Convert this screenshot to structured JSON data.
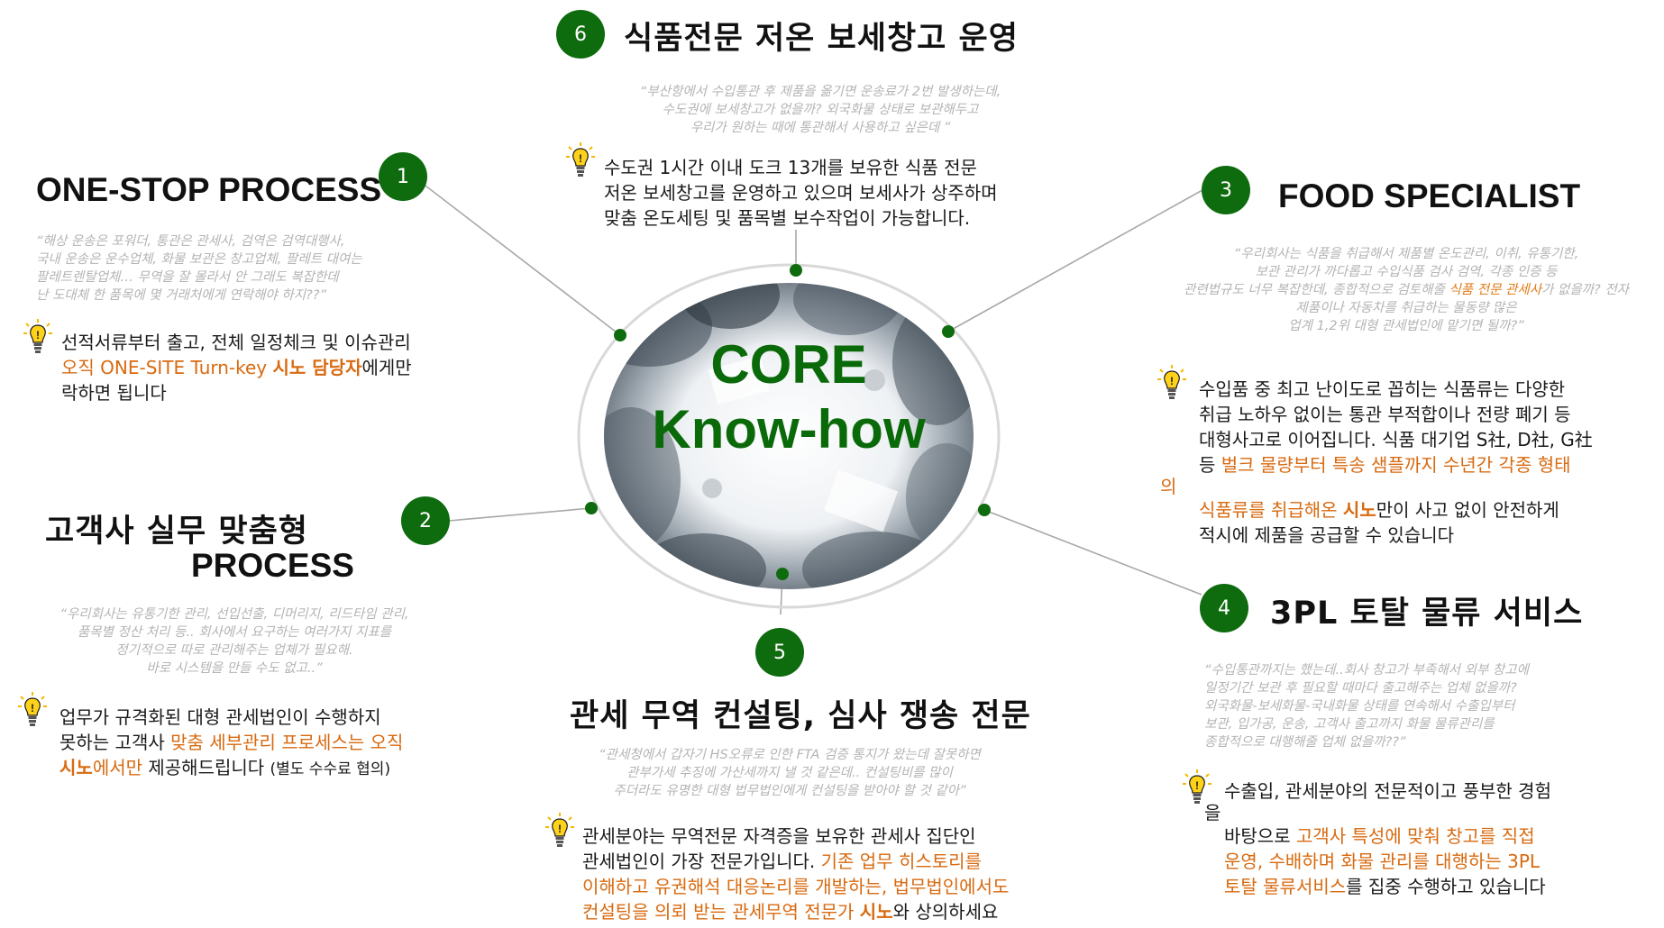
{
  "center": {
    "line1": "CORE",
    "line2": "Know-how"
  },
  "colors": {
    "accent_green": "#0e6b0e",
    "highlight_orange": "#d86a10",
    "quote_gray": "#b4b4b4"
  },
  "sections": {
    "s1": {
      "num": "1",
      "title": "ONE-STOP PROCESS",
      "quote": [
        "“해상 운송은 포워더, 통관은 관세사, 검역은 검역대행사,",
        "국내 운송은 운수업체, 화물 보관은 창고업체, 팔레트 대여는",
        "팔레트렌탈업체…  무역을 잘 몰라서 안 그래도 복잡한데",
        "난 도대체 한 품목에 몇 거래처에게 연락해야 하지??”"
      ],
      "body": {
        "l1": "선적서류부터 출고, 전체 일정체크 및 이슈관리",
        "l2a": "오직 ONE-SITE Turn-key ",
        "l2b": "시노 담당자",
        "l2c": "에게만",
        "l3": "락하면 됩니다"
      }
    },
    "s2": {
      "num": "2",
      "title_l1": "고객사 실무 맞춤형",
      "title_l2": "PROCESS",
      "quote": [
        "“우리회사는 유통기한 관리, 선입선출, 디머리지, 리드타임 관리,",
        "품목별 정산 처리 등.. 회사에서 요구하는 여러가지 지표를",
        "정기적으로  따로 관리해주는 업체가 필요해.",
        "바로 시스템을 만들 수도 없고..”"
      ],
      "body": {
        "l1": "업무가 규격화된 대형 관세법인이 수행하지",
        "l2a": "못하는 고객사 ",
        "l2b": "맞춤 세부관리 프로세스는 오직",
        "l3a": "시노",
        "l3b": "에서만",
        "l3c": " 제공해드립니다 ",
        "l3d": "(별도 수수료 협의)"
      }
    },
    "s3": {
      "num": "3",
      "title": "FOOD SPECIALIST",
      "quote": {
        "l1": "“우리회사는 식품을 취급해서 제품별 온도관리, 이취, 유통기한,",
        "l2": "보관 관리가 까다롭고 수입식품 검사 검역, 각종 인증 등",
        "l3a": "관련법규도 너무 복잡한데, 종합적으로 검토해줄 ",
        "l3b": "식품 전문 관세사",
        "l3c": "가 없을까? 전자",
        "l4": "제품이나 자동차를 취급하는 물동량 많은",
        "l5": "업계 1,2위 대형 관세법인에 맡기면 될까?”"
      },
      "body": {
        "l1": "수입품 중 최고 난이도로 꼽히는 식품류는 다양한",
        "l2": "취급 노하우 없이는 통관 부적합이나 전량 폐기 등",
        "l3": "대형사고로 이어집니다. 식품 대기업 S社, D社, G社",
        "l4a": "등 ",
        "l4b": "벌크 물량부터 특송 샘플까지 수년간 각종 형태",
        "l5": "의",
        "l6a": "식품류를 취급해온 ",
        "l6b": "시노",
        "l6c": "만이 사고 없이  안전하게",
        "l7": "적시에 제품을 공급할 수 있습니다"
      }
    },
    "s4": {
      "num": "4",
      "title": "3PL 토탈 물류 서비스",
      "quote": [
        "“수입통관까지는 했는데..회사 창고가 부족해서 외부 창고에",
        "일정기간 보관 후 필요할 때마다 출고해주는 업체 없을까?",
        "외국화물-보세화물-국내화물 상태를 연속해서 수출입부터",
        "보관, 입가공, 운송, 고객사 출고까지 화물 물류관리를",
        "종합적으로 대행해줄 업체 없을까??”"
      ],
      "body": {
        "l1": "수출입, 관세분야의 전문적이고 풍부한 경험",
        "l2": "을",
        "l3a": "바탕으로 ",
        "l3b": "고객사 특성에 맞춰 창고를 직접",
        "l4": "운영, 수배하며 화물 관리를 대행하는 3PL",
        "l5a": "토탈 물류서비스",
        "l5b": "를 집중 수행하고 있습니다"
      }
    },
    "s5": {
      "num": "5",
      "title": "관세 무역 컨설팅, 심사 쟁송 전문",
      "quote": [
        "“관세청에서 갑자기 HS오류로 인한 FTA 검증 통지가 왔는데 잘못하면",
        "관부가세 추징에 가산세까지 낼 것 같은데.. 컨설팅비를 많이",
        "주더라도 유명한 대형 법무법인에게 컨설팅을 받아야 할 것 같아”"
      ],
      "body": {
        "l1": "관세분야는 무역전문 자격증을 보유한 관세사 집단인",
        "l2a": "관세법인이 가장 전문가입니다. ",
        "l2b": "기존 업무 히스토리를",
        "l3": "이해하고 유권해석 대응논리를 개발하는, 법무법인에서도",
        "l4a": "컨설팅을 의뢰 받는 관세무역 전문가 ",
        "l4b": "시노",
        "l4c": "와 상의하세요"
      }
    },
    "s6": {
      "num": "6",
      "title": "식품전문 저온 보세창고 운영",
      "quote": [
        "“부산항에서 수입통관 후 제품을 옮기면 운송료가 2번 발생하는데,",
        "수도권에 보세창고가 없을까? 외국화물 상태로 보관해두고",
        "우리가 원하는 때에 통관해서 사용하고 싶은데 ”"
      ],
      "body": {
        "l1": "수도권 1시간 이내 도크 13개를 보유한 식품 전문",
        "l2": "저온 보세창고를 운영하고 있으며 보세사가 상주하며",
        "l3": "맞춤 온도세팅 및 품목별 보수작업이 가능합니다."
      }
    }
  }
}
